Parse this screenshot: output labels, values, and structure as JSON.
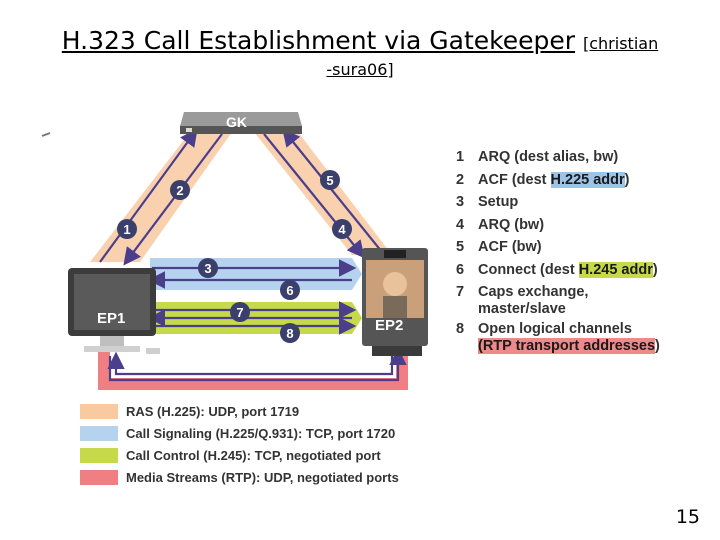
{
  "title": {
    "main": "H.323 Call Establishment via Gatekeeper",
    "attribution_line1": "[christian",
    "attribution_line2": "-sura06]"
  },
  "diagram": {
    "gatekeeper_label": "GK",
    "endpoint1_label": "EP1",
    "endpoint2_label": "EP2",
    "arrow_numbers": [
      "1",
      "2",
      "3",
      "4",
      "5",
      "6",
      "7",
      "8"
    ]
  },
  "steps": [
    {
      "num": "1",
      "text": "ARQ (dest alias, bw)"
    },
    {
      "num": "2",
      "text": "ACF (dest ",
      "highlight": "H.225 addr",
      "suffix": ")",
      "highlight_color": "blue"
    },
    {
      "num": "3",
      "text": "Setup"
    },
    {
      "num": "4",
      "text": "ARQ (bw)"
    },
    {
      "num": "5",
      "text": "ACF (bw)"
    },
    {
      "num": "6",
      "text": "Connect (dest ",
      "highlight": "H.245 addr",
      "suffix": ")",
      "highlight_color": "green"
    },
    {
      "num": "7",
      "text": "Caps exchange,",
      "continuation": "master/slave"
    },
    {
      "num": "8",
      "text": "Open logical channels",
      "continuation_highlight": "(RTP transport addresses",
      "continuation_suffix": ")"
    }
  ],
  "legend": [
    {
      "label": "RAS (H.225): UDP, port 1719",
      "color": "#f9c9a0"
    },
    {
      "label": "Call Signaling (H.225/Q.931): TCP, port 1720",
      "color": "#b5d3ee"
    },
    {
      "label": "Call Control (H.245): TCP, negotiated port",
      "color": "#c6d94a"
    },
    {
      "label": "Media Streams (RTP): UDP, negotiated ports",
      "color": "#ef7f82"
    }
  ],
  "page_number": "15",
  "colors": {
    "ras": "#f9c9a0",
    "signaling": "#b5d3ee",
    "control": "#c6d94a",
    "media": "#ef7f82",
    "arrow": "#4b3f8c",
    "badge": "#3a3f6b"
  }
}
